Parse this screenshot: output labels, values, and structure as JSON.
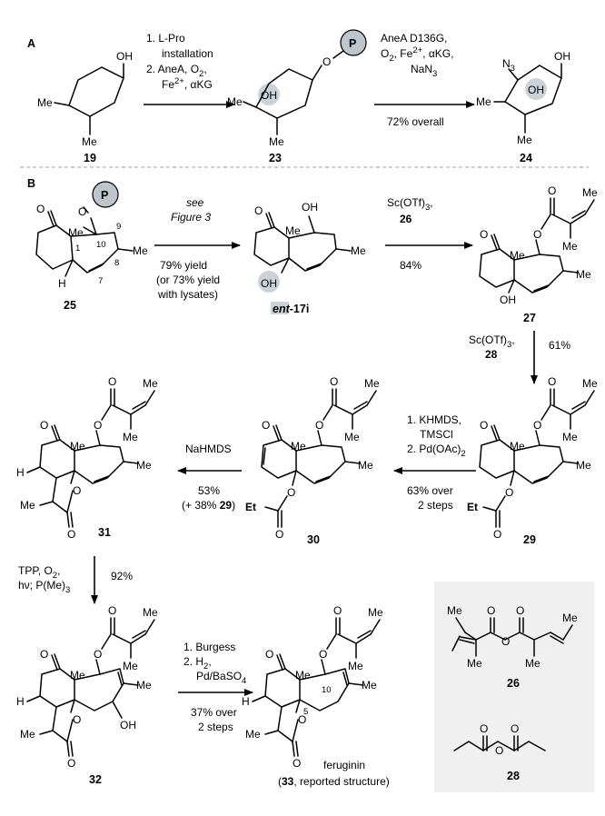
{
  "sections": {
    "a": "A",
    "b": "B"
  },
  "protecting_group": "P",
  "atoms": {
    "oh": "OH",
    "me": "Me",
    "h": "H",
    "et": "Et",
    "n3": "N",
    "o": "O"
  },
  "locants": {
    "c1": "1",
    "c5": "5",
    "c7": "7",
    "c8": "8",
    "c9": "9",
    "c10": "10"
  },
  "compounds": {
    "c19": "19",
    "c23": "23",
    "c24": "24",
    "c25": "25",
    "c17i_prefix": "ent",
    "c17i_num": "-17i",
    "c27": "27",
    "c26": "26",
    "c28": "28",
    "c29": "29",
    "c30": "30",
    "c31": "31",
    "c32": "32",
    "c33_name": "feruginin",
    "c33_num": "33",
    "c33_suffix": ", reported structure)"
  },
  "conditions": {
    "a1": {
      "l1": "1. L-Pro",
      "l2": "installation",
      "l3": "2. AneA, O",
      "l3b": ", ",
      "l3c": "Fe",
      "l4": "2+",
      "l5": ", αKG"
    },
    "a2": {
      "l1": "AneA D136G,",
      "l2": "O",
      "l2b": ", Fe",
      "l2c": "2+",
      "l2d": ", αKG,",
      "l3": "NaN",
      "below": "72% overall"
    },
    "b1": {
      "l1": "see",
      "l2": "Figure 3",
      "y1": "79% yield",
      "y2": "(or 73% yield",
      "y3": "with lysates)"
    },
    "b2": {
      "l1": "Sc(OTf)",
      "l1b": ",",
      "l2": "26",
      "yield": "84%"
    },
    "b3": {
      "l1": "Sc(OTf)",
      "l1b": ",",
      "l2": "28",
      "yield": "61%"
    },
    "b4": {
      "l1": "1. KHMDS,",
      "l2": "TMSCl",
      "l3": "2. Pd(OAc)",
      "y1": "63% over",
      "y2": "2 steps"
    },
    "b5": {
      "l1": "NaHMDS",
      "y1": "53%",
      "y2": "(+ 38% ",
      "y2b": "29",
      "y2c": ")"
    },
    "b6": {
      "l1": "TPP, O",
      "l1b": ",",
      "l2": "hν; P(Me)",
      "yield": "92%"
    },
    "b7": {
      "l1": "1. Burgess",
      "l2": "2. H",
      "l2b": ",",
      "l3": "Pd/BaSO",
      "y1": "37% over",
      "y2": "2 steps"
    }
  },
  "colors": {
    "pg_fill": "#bcc6cc",
    "hl_fill": "#ccd3d8",
    "box_fill": "#f0f0f0",
    "divider": "#b8b8b8"
  }
}
